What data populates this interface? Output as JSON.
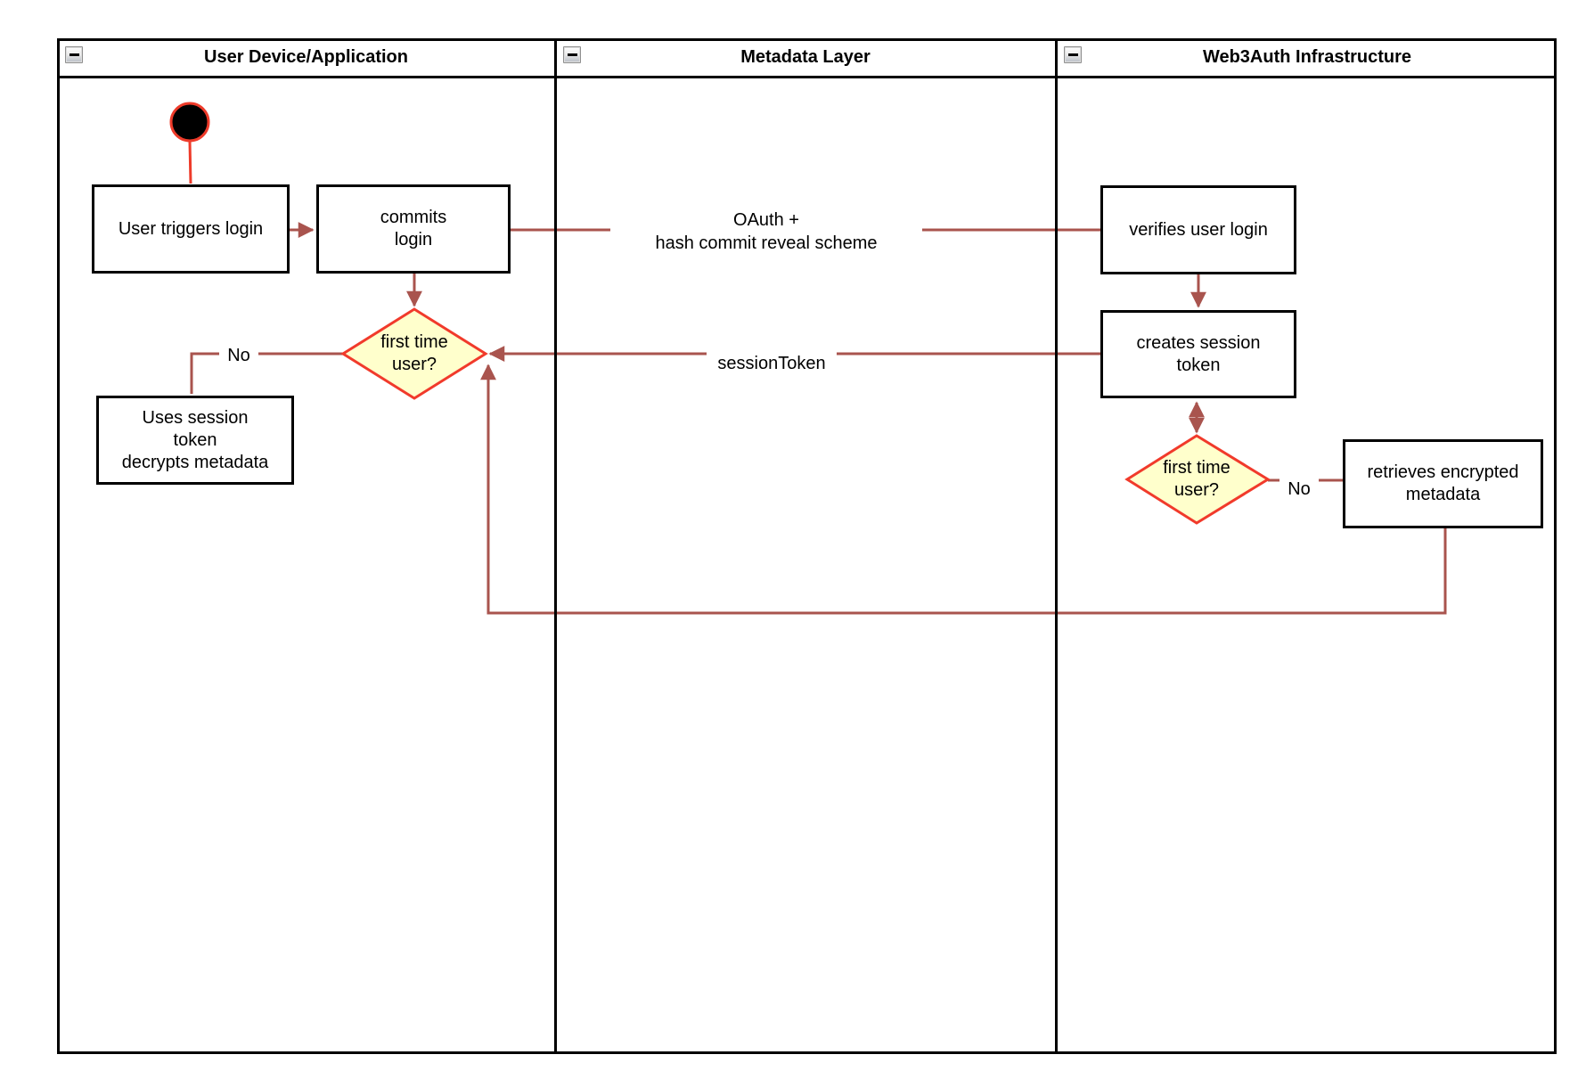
{
  "colors": {
    "line-red": "#a9544e",
    "bright-red": "#ee3b2a",
    "diamond-fill": "#ffffcc",
    "diamond-border": "#f13a2b",
    "frame-black": "#000000"
  },
  "lanes": [
    {
      "title": "User Device/Application",
      "collapse_icon": "minus-icon"
    },
    {
      "title": "Metadata Layer",
      "collapse_icon": "minus-icon"
    },
    {
      "title": "Web3Auth Infrastructure",
      "collapse_icon": "minus-icon"
    }
  ],
  "nodes": {
    "start": {
      "type": "initial-node"
    },
    "user_triggers_login": {
      "label": "User triggers login"
    },
    "commits_login": {
      "label": "commits\nlogin"
    },
    "first_time_user_device": {
      "label": "first time\nuser?",
      "type": "decision"
    },
    "uses_session_token": {
      "label": "Uses session\ntoken\ndecrypts metadata"
    },
    "verifies_user_login": {
      "label": "verifies user login"
    },
    "creates_session_token": {
      "label": "creates session\ntoken"
    },
    "first_time_user_web3auth": {
      "label": "first time\nuser?",
      "type": "decision"
    },
    "retrieves_encrypted_metadata": {
      "label": "retrieves encrypted\nmetadata"
    }
  },
  "edge_labels": {
    "oauth": "OAuth +\nhash commit reveal scheme",
    "session_token": "sessionToken",
    "no_device": "No",
    "no_web3auth": "No"
  }
}
